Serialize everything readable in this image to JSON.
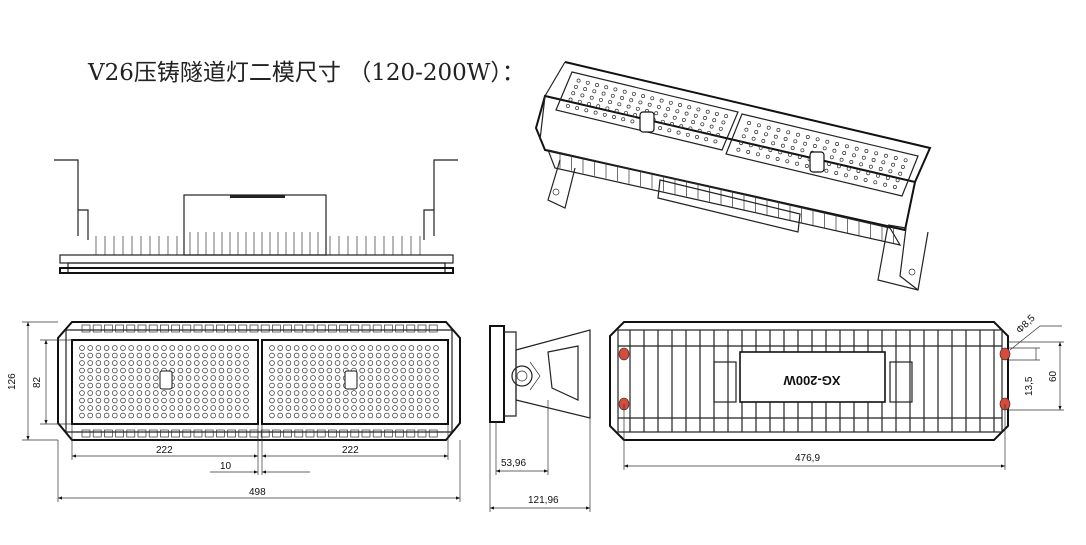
{
  "title": "V26压铸隧道灯二模尺寸   （120-200W）：",
  "label_plate": "XG-200W",
  "dims": {
    "height_126": "126",
    "height_82": "82",
    "width_222_left": "222",
    "width_222_right": "222",
    "gap_10": "10",
    "total_498": "498",
    "side_53_96": "53,96",
    "side_121_96": "121,96",
    "back_476_9": "476,9",
    "hole_d8_5": "Φ8,5",
    "slot_13_5": "13,5",
    "mount_60": "60"
  }
}
